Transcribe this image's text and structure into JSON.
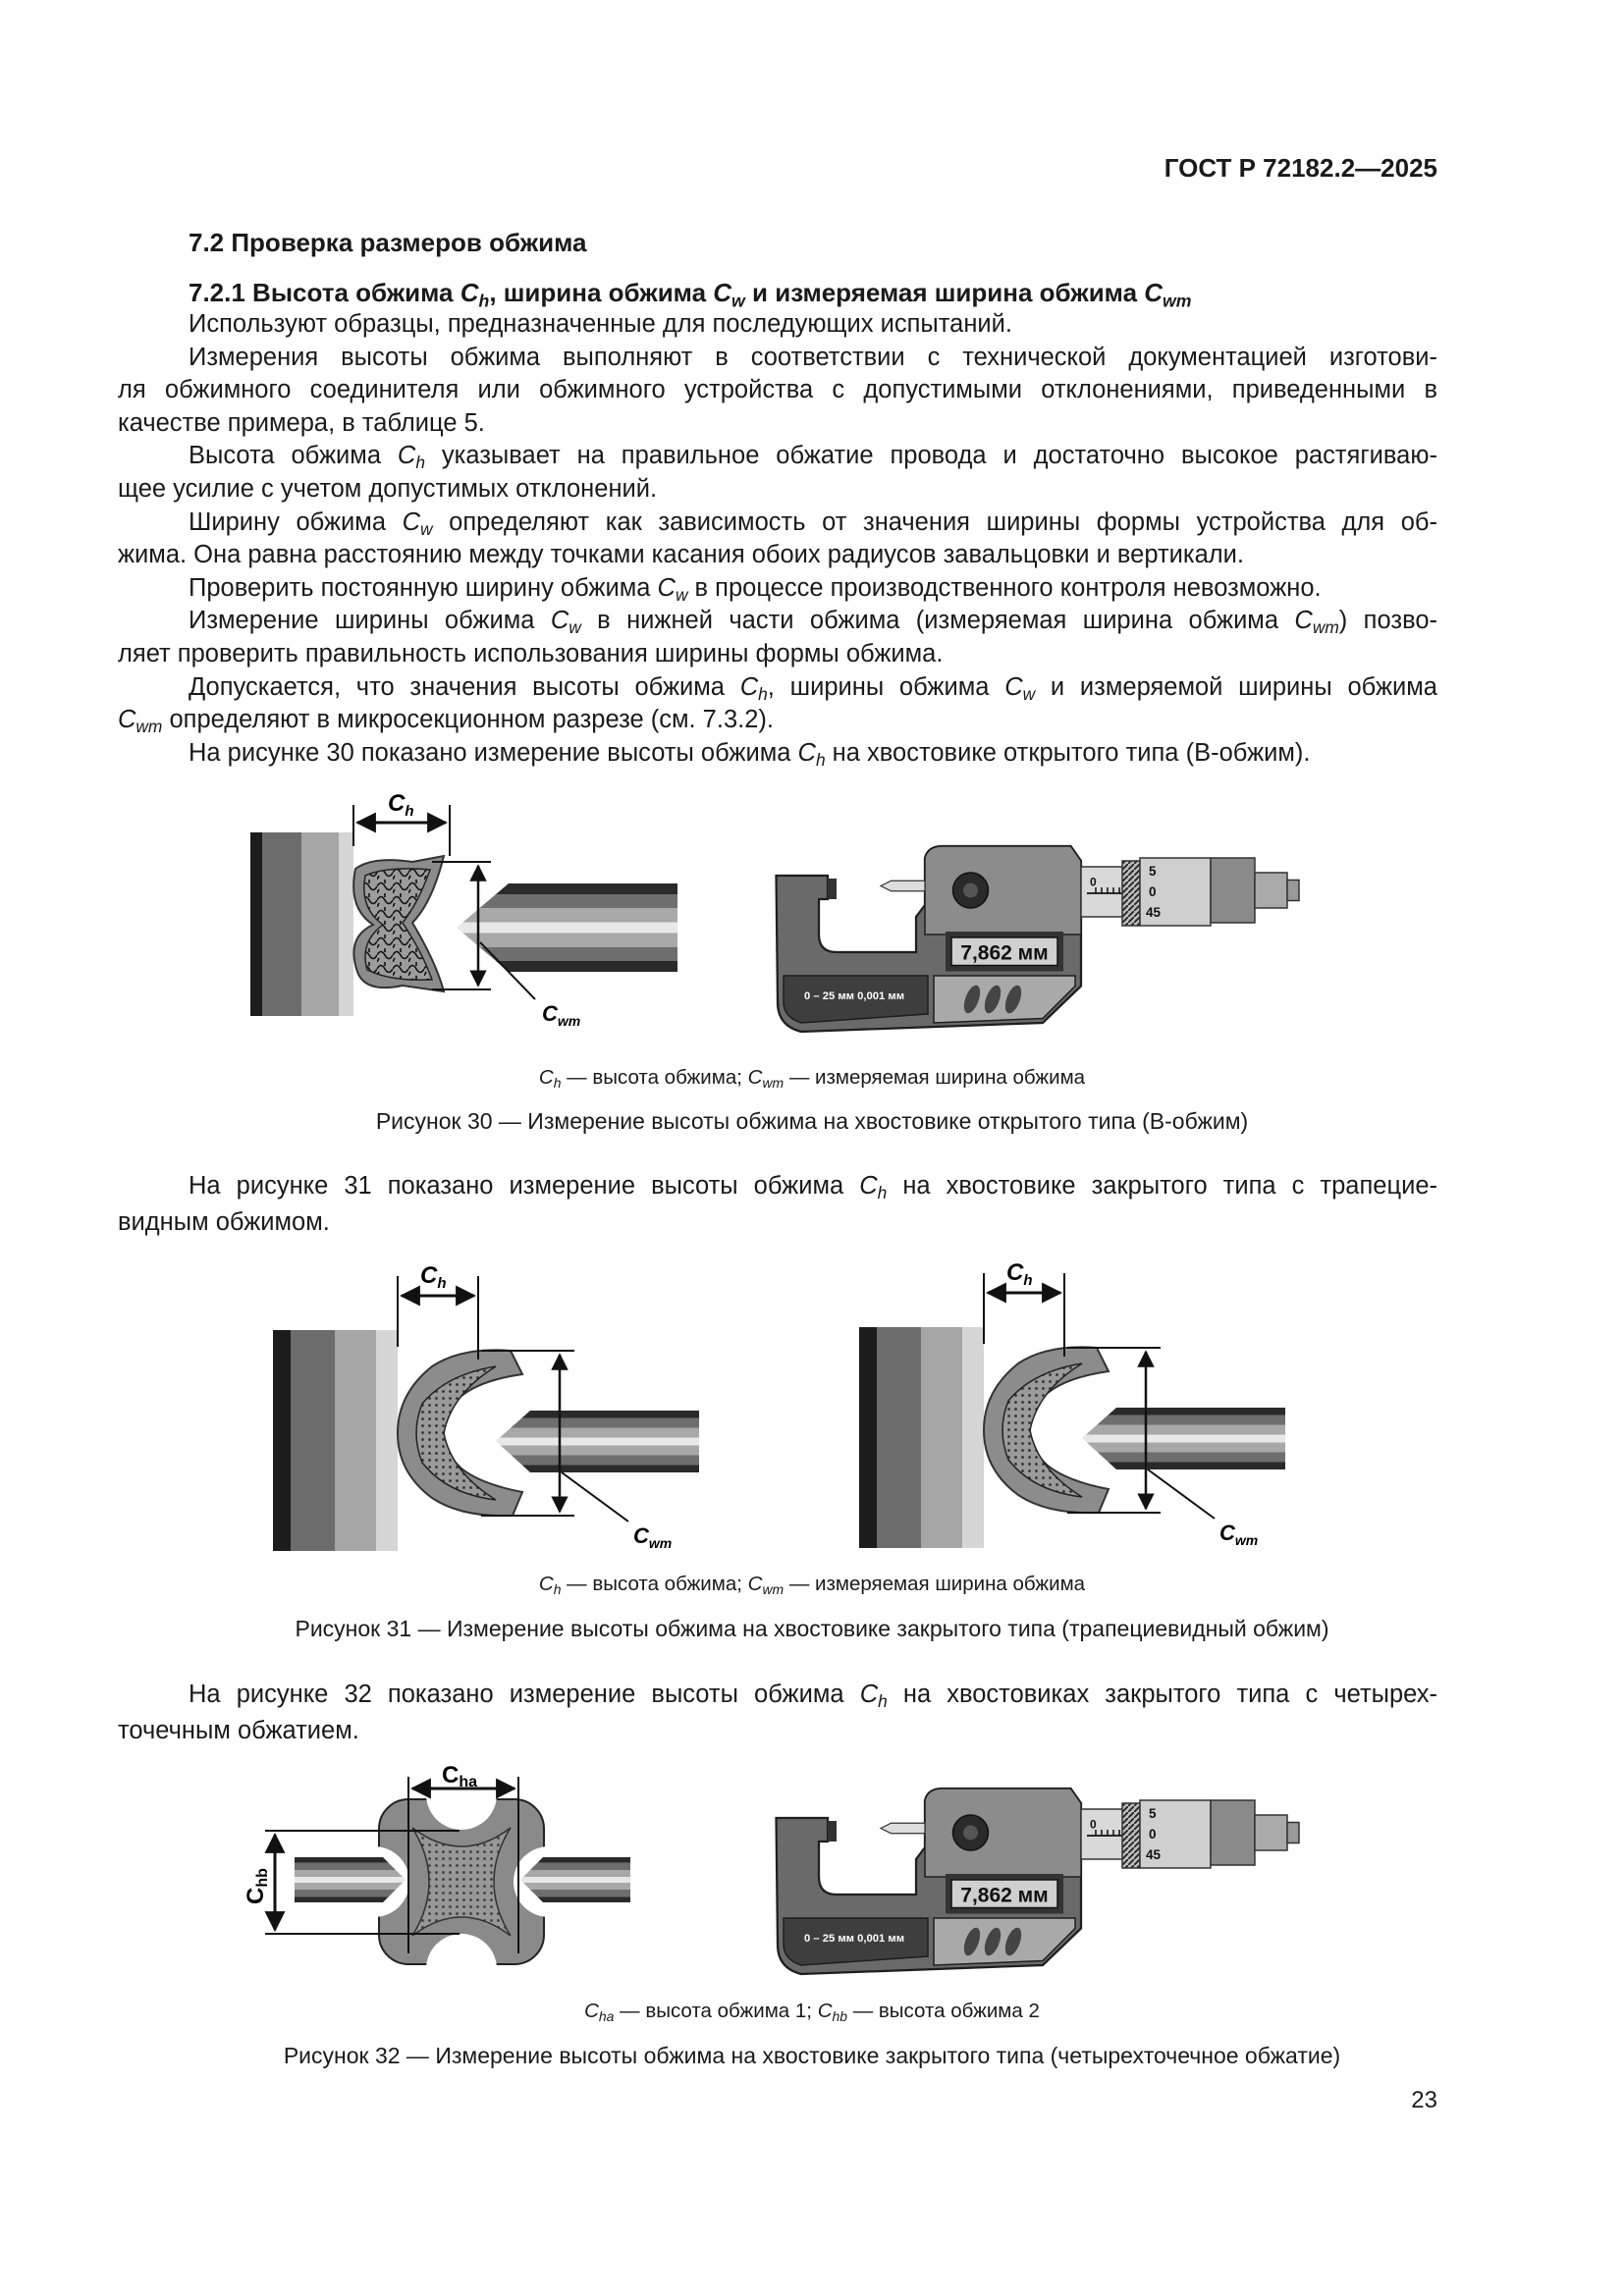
{
  "header": {
    "doc_id": "ГОСТ Р 72182.2—2025"
  },
  "section": {
    "title": "7.2 Проверка размеров обжима"
  },
  "subsection": {
    "title": [
      "7.2.1 Высота обжима ",
      {
        "c": "C",
        "s": "h"
      },
      ", ширина обжима ",
      {
        "c": "C",
        "s": "w"
      },
      " и измеряемая ширина обжима ",
      {
        "c": "C",
        "s": "wm"
      }
    ]
  },
  "paragraphs_main": [
    {
      "lines": [
        [
          "Используют образцы, предназначенные для последующих испытаний."
        ]
      ]
    },
    {
      "lines": [
        [
          "Измерения высоты обжима выполняют в соответствии с технической документацией изготови-"
        ],
        [
          "ля обжимного соединителя или обжимного устройства с допустимыми отклонениями, приведенными в"
        ],
        [
          "качестве примера, в таблице 5."
        ]
      ]
    },
    {
      "lines": [
        [
          "Высота обжима ",
          {
            "c": "C",
            "s": "h"
          },
          " указывает на правильное обжатие провода и достаточно высокое растягиваю-"
        ],
        [
          "щее усилие с учетом допустимых отклонений."
        ]
      ]
    },
    {
      "lines": [
        [
          "Ширину обжима ",
          {
            "c": "C",
            "s": "w"
          },
          " определяют как зависимость от значения ширины формы устройства для об-"
        ],
        [
          "жима. Она равна расстоянию между точками касания обоих радиусов завальцовки и вертикали."
        ]
      ]
    },
    {
      "lines": [
        [
          "Проверить постоянную ширину обжима ",
          {
            "c": "C",
            "s": "w"
          },
          " в процессе производственного контроля невозможно."
        ]
      ]
    },
    {
      "lines": [
        [
          "Измерение ширины обжима ",
          {
            "c": "C",
            "s": "w"
          },
          " в нижней части обжима (измеряемая ширина обжима ",
          {
            "c": "C",
            "s": "wm"
          },
          ") позво-"
        ],
        [
          "ляет проверить правильность использования ширины формы обжима."
        ]
      ]
    },
    {
      "lines": [
        [
          "Допускается, что значения высоты обжима ",
          {
            "c": "C",
            "s": "h"
          },
          ", ширины обжима ",
          {
            "c": "C",
            "s": "w"
          },
          " и измеряемой ширины обжима"
        ],
        [
          {
            "c": "C",
            "s": "wm"
          },
          " определяют в микросекционном разрезе (см. 7.3.2)."
        ]
      ]
    },
    {
      "lines": [
        [
          "На рисунке 30 показано измерение высоты обжима ",
          {
            "c": "C",
            "s": "h"
          },
          " на хвостовике открытого типа (В-обжим)."
        ]
      ]
    }
  ],
  "paragraph_fig31": {
    "lines": [
      [
        "На рисунке 31 показано измерение высоты обжима ",
        {
          "c": "C",
          "s": "h"
        },
        " на хвостовике закрытого типа с трапецие-"
      ],
      [
        "видным обжимом."
      ]
    ]
  },
  "paragraph_fig32": {
    "lines": [
      [
        "На рисунке 32 показано измерение высоты обжима ",
        {
          "c": "C",
          "s": "h"
        },
        " на хвостовиках закрытого типа с четырех-"
      ],
      [
        "точечным обжатием."
      ]
    ]
  },
  "figure30": {
    "label_ch": "C",
    "label_ch_sub": "h",
    "label_cwm": "C",
    "label_cwm_sub": "wm",
    "legend": [
      {
        "c": "C",
        "s": "h"
      },
      " — высота обжима; ",
      {
        "c": "C",
        "s": "wm"
      },
      " — измеряемая ширина обжима"
    ],
    "caption": "Рисунок 30 — Измерение высоты обжима на хвостовике открытого типа (В-обжим)"
  },
  "figure31": {
    "label_ch": "C",
    "label_ch_sub": "h",
    "label_cwm": "C",
    "label_cwm_sub": "wm",
    "legend": [
      {
        "c": "C",
        "s": "h"
      },
      " — высота обжима; ",
      {
        "c": "C",
        "s": "wm"
      },
      " — измеряемая ширина обжима"
    ],
    "caption": "Рисунок 31 — Измерение высоты обжима на хвостовике закрытого типа (трапециевидный обжим)"
  },
  "figure32": {
    "label_cha": "C",
    "label_cha_sub": "ha",
    "label_chb": "C",
    "label_chb_sub": "hb",
    "legend": [
      {
        "c": "C",
        "s": "ha"
      },
      " — высота обжима 1; ",
      {
        "c": "C",
        "s": "hb"
      },
      " — высота обжима 2"
    ],
    "caption": "Рисунок 32 — Измерение высоты обжима на хвостовике закрытого типа (четырехточечное обжатие)"
  },
  "micrometer": {
    "display": "7,862 мм",
    "range_label": "0 – 25 мм 0,001 мм",
    "sleeve_zero": "0",
    "thimble_marks": [
      "5",
      "0",
      "45"
    ]
  },
  "footer": {
    "page_number": "23"
  }
}
